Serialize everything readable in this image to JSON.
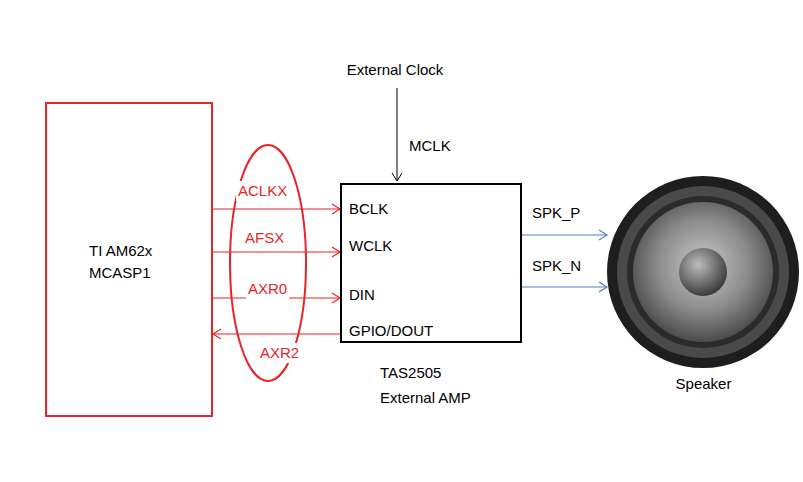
{
  "diagram": {
    "nodes": [
      {
        "text": [
          "TI AM62x MCASP1"
        ]
      },
      {
        "text": [
          "TAS2505 External AMP"
        ]
      },
      {
        "text": [
          "Speaker"
        ]
      }
    ],
    "edges": [
      {
        "from": 0,
        "to": 1,
        "arrow": "to",
        "label": "ACLKX"
      },
      {
        "from": 0,
        "to": 1,
        "arrow": "to",
        "label": "AFSX"
      },
      {
        "from": 0,
        "to": 1,
        "arrow": "to",
        "label": "AXR0"
      },
      {
        "from": 1,
        "to": 0,
        "arrow": "to",
        "label": "AXR2"
      },
      {
        "from": 1,
        "to": 2,
        "arrow": "to",
        "label": "SPK_P"
      },
      {
        "from": 1,
        "to": 2,
        "arrow": "to",
        "label": "SPK_N"
      }
    ],
    "labels": [
      "External Clock",
      "MCLK",
      "BCLK",
      "WCLK",
      "DIN",
      "GPIO/DOUT"
    ]
  }
}
